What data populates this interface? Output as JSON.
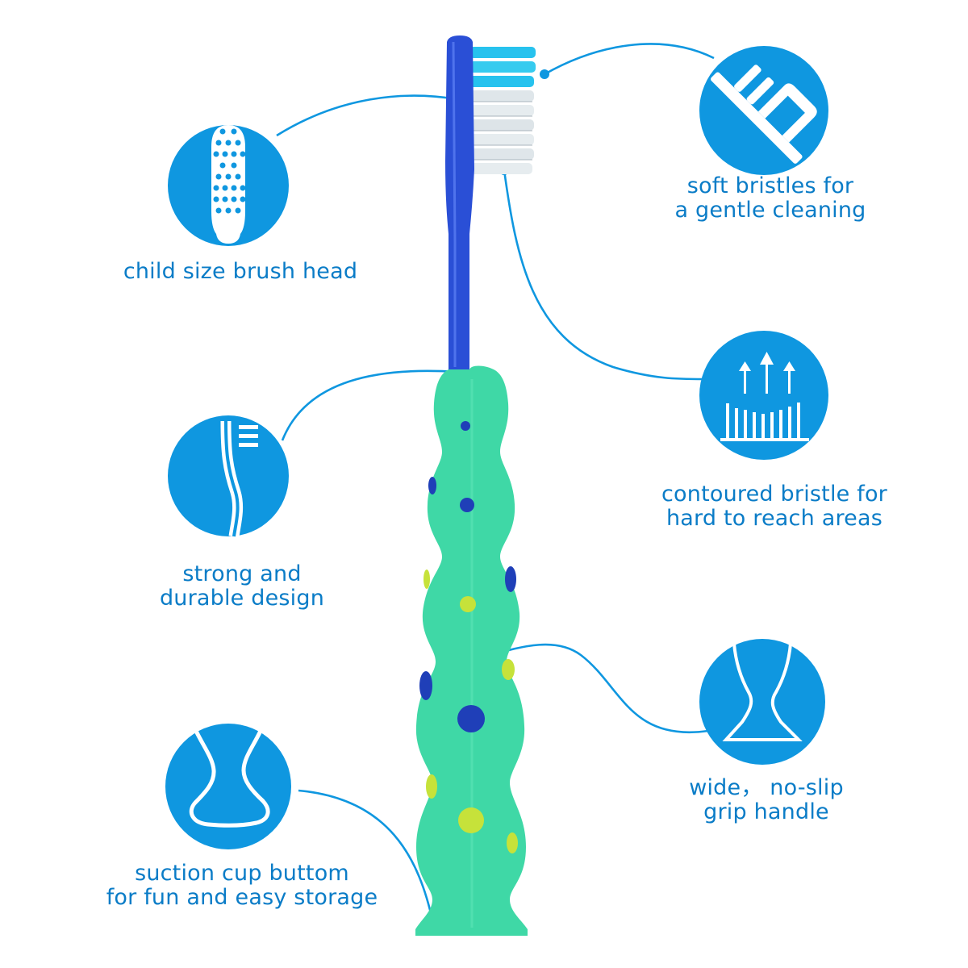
{
  "colors": {
    "accent": "#0f97e0",
    "label_text": "#0a7cc7",
    "brush_handle_blue": "#2a4fd6",
    "grip_green": "#3fd8a6",
    "dot_navy": "#1f3fb8",
    "dot_lime": "#c6e23a",
    "bristle_cyan": "#27c2ee",
    "bristle_white": "#e6ecef"
  },
  "features": [
    {
      "id": "child-size-brush-head",
      "icon": "brush-head-dots-icon",
      "lines": [
        "child size brush head"
      ]
    },
    {
      "id": "soft-bristles",
      "icon": "toothbrush-bristles-icon",
      "lines": [
        "soft bristles for",
        "a gentle cleaning"
      ]
    },
    {
      "id": "strong-durable-design",
      "icon": "curved-toothbrush-icon",
      "lines": [
        "strong and",
        "durable design"
      ]
    },
    {
      "id": "contoured-bristle",
      "icon": "contoured-bristle-arrows-icon",
      "lines": [
        "contoured bristle for",
        "hard to reach areas"
      ]
    },
    {
      "id": "suction-cup-bottom",
      "icon": "suction-cup-icon",
      "lines": [
        "suction cup buttom",
        "for fun and easy storage"
      ]
    },
    {
      "id": "no-slip-grip",
      "icon": "grip-handle-icon",
      "lines": [
        "wide， no-slip",
        "grip handle"
      ]
    }
  ]
}
